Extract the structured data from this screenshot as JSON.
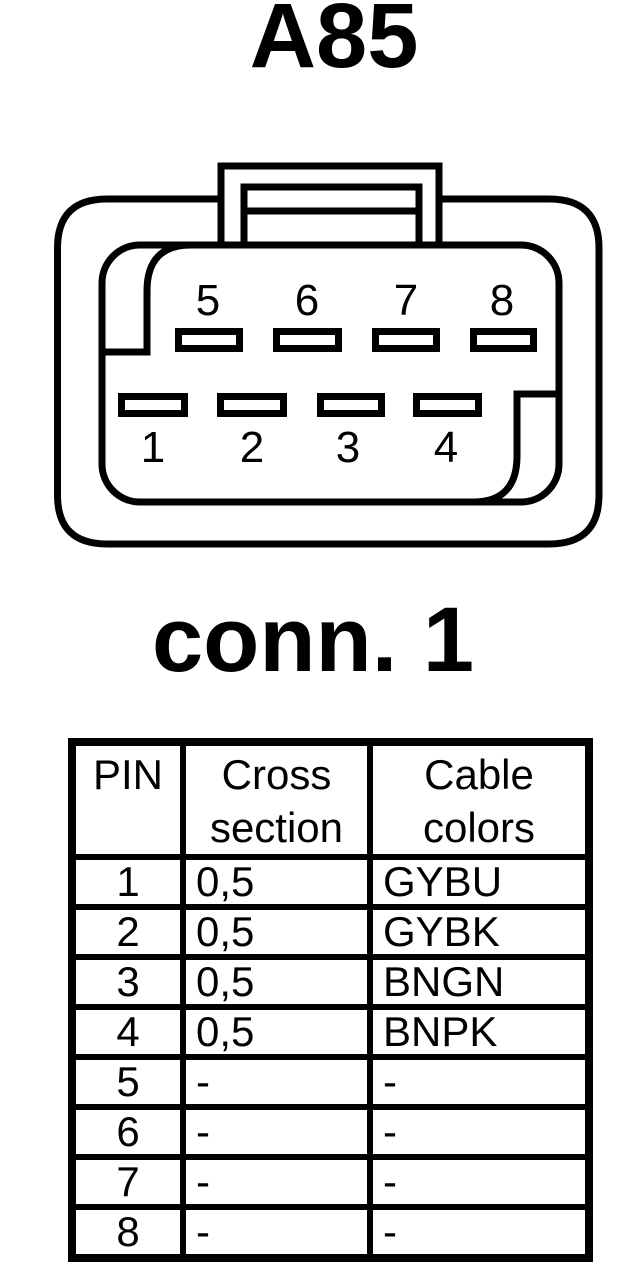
{
  "page": {
    "title": "A85",
    "connector_label": "conn. 1"
  },
  "colors": {
    "ink": "#000000",
    "paper": "#ffffff"
  },
  "connector": {
    "top_row_pins": [
      "5",
      "6",
      "7",
      "8"
    ],
    "bottom_row_pins": [
      "1",
      "2",
      "3",
      "4"
    ]
  },
  "table": {
    "headers": [
      {
        "lines": [
          "PIN"
        ]
      },
      {
        "lines": [
          "Cross",
          "section"
        ]
      },
      {
        "lines": [
          "Cable",
          "colors"
        ]
      }
    ],
    "rows": [
      {
        "pin": "1",
        "cross_section": "0,5",
        "cable_colors": "GYBU"
      },
      {
        "pin": "2",
        "cross_section": "0,5",
        "cable_colors": "GYBK"
      },
      {
        "pin": "3",
        "cross_section": "0,5",
        "cable_colors": "BNGN"
      },
      {
        "pin": "4",
        "cross_section": "0,5",
        "cable_colors": "BNPK"
      },
      {
        "pin": "5",
        "cross_section": "-",
        "cable_colors": "-"
      },
      {
        "pin": "6",
        "cross_section": "-",
        "cable_colors": "-"
      },
      {
        "pin": "7",
        "cross_section": "-",
        "cable_colors": "-"
      },
      {
        "pin": "8",
        "cross_section": "-",
        "cable_colors": "-"
      }
    ]
  }
}
